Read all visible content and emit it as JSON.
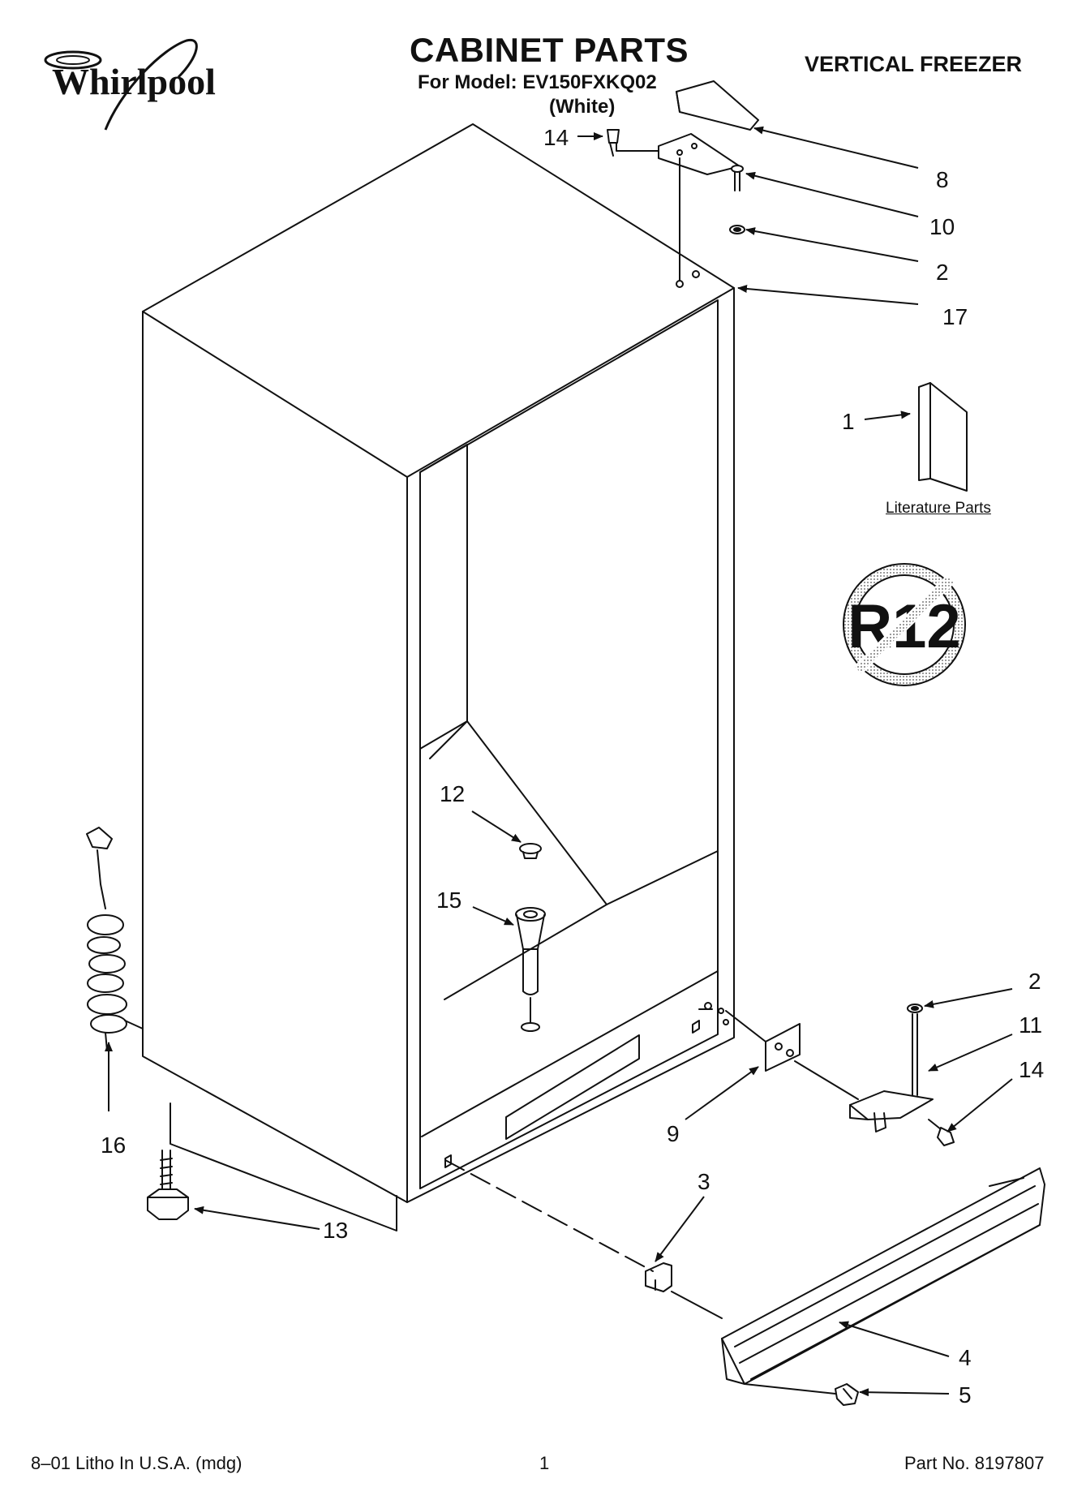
{
  "header": {
    "brand": "Whirlpool",
    "title": "CABINET PARTS",
    "model_line": "For Model: EV150FXKQ02",
    "color_line": "(White)",
    "category": "VERTICAL FREEZER"
  },
  "literature_label": "Literature Parts",
  "badge_text": "R12",
  "callouts": {
    "c14_top": "14",
    "c8": "8",
    "c10": "10",
    "c2_top": "2",
    "c17": "17",
    "c1": "1",
    "c12": "12",
    "c15": "15",
    "c2_bottom": "2",
    "c11": "11",
    "c14_bottom": "14",
    "c9": "9",
    "c3": "3",
    "c16": "16",
    "c13": "13",
    "c4": "4",
    "c5": "5"
  },
  "footer": {
    "left": "8–01 Litho In U.S.A. (mdg)",
    "page": "1",
    "right": "Part No. 8197807"
  }
}
